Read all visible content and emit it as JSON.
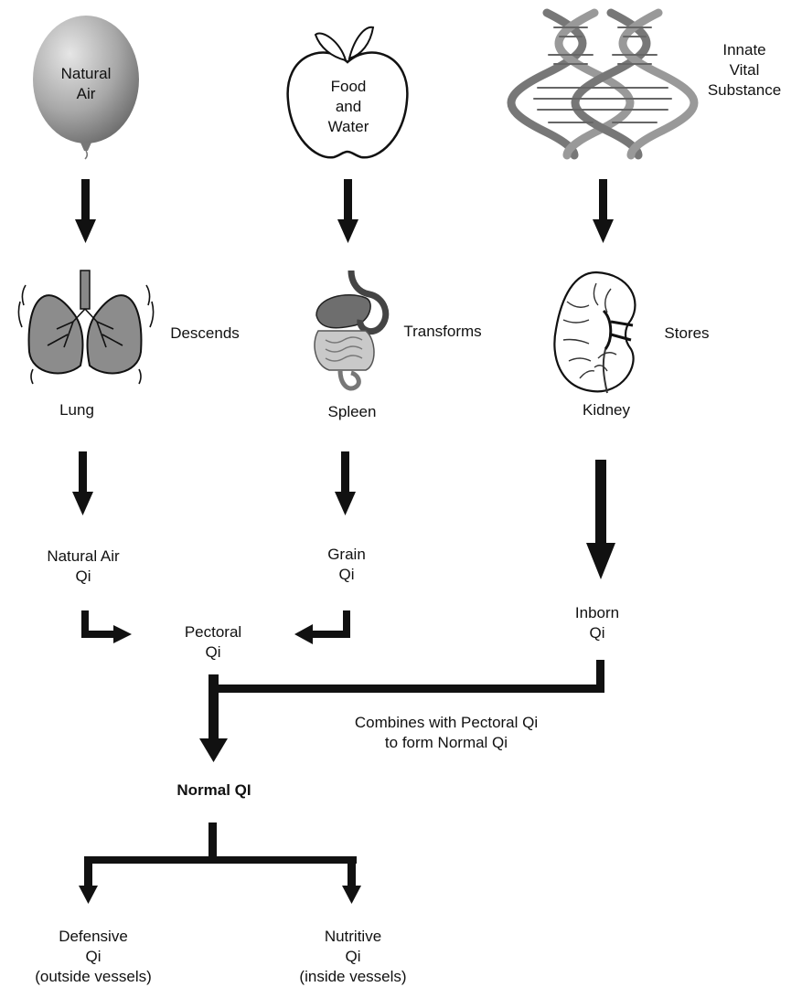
{
  "sources": {
    "natural_air": {
      "line1": "Natural",
      "line2": "Air"
    },
    "food_water": {
      "line1": "Food",
      "line2": "and",
      "line3": "Water"
    },
    "innate": {
      "line1": "Innate",
      "line2": "Vital",
      "line3": "Substance"
    }
  },
  "organs": {
    "lung": {
      "name": "Lung",
      "action": "Descends"
    },
    "spleen": {
      "name": "Spleen",
      "action": "Transforms"
    },
    "kidney": {
      "name": "Kidney",
      "action": "Stores"
    }
  },
  "qi": {
    "natural_air": {
      "line1": "Natural Air",
      "line2": "Qi"
    },
    "grain": {
      "line1": "Grain",
      "line2": "Qi"
    },
    "inborn": {
      "line1": "Inborn",
      "line2": "Qi"
    },
    "pectoral": {
      "line1": "Pectoral",
      "line2": "Qi"
    },
    "combines_note": {
      "line1": "Combines with Pectoral Qi",
      "line2": "to form Normal Qi"
    },
    "normal": "Normal QI",
    "defensive": {
      "line1": "Defensive",
      "line2": "Qi",
      "line3": "(outside vessels)"
    },
    "nutritive": {
      "line1": "Nutritive",
      "line2": "Qi",
      "line3": "(inside vessels)"
    }
  },
  "colors": {
    "arrow": "#111111",
    "illustration_fill": "#9a9a9a",
    "illustration_dark": "#555555"
  }
}
